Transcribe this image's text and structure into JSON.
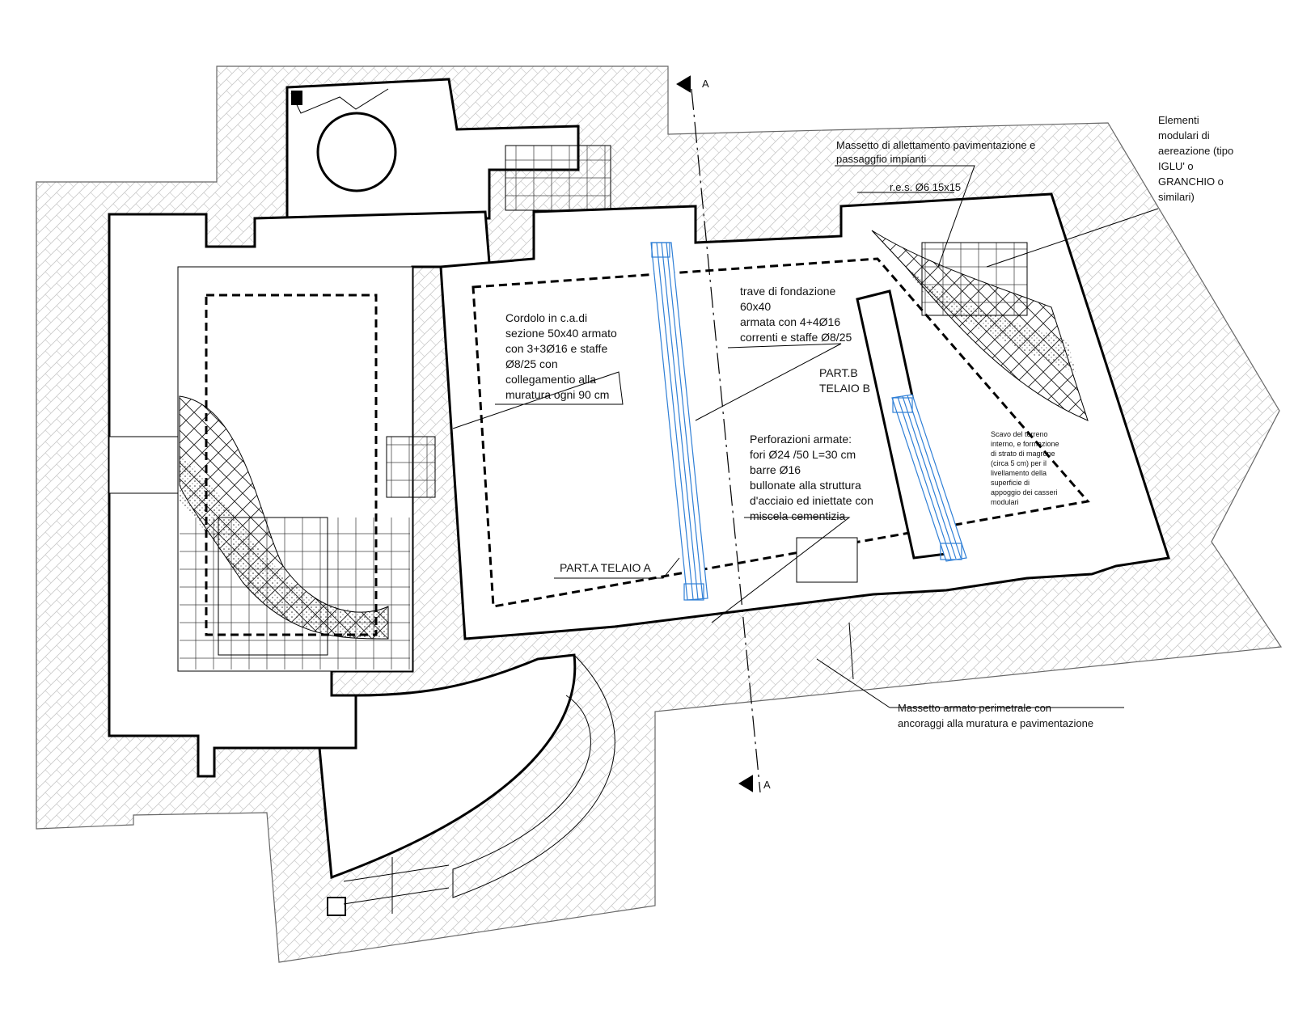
{
  "section_marker": {
    "top": "A",
    "bottom": "A"
  },
  "labels": {
    "massetto_top": [
      "Massetto di allettamento pavimentazione e",
      "passaggfio impianti"
    ],
    "elementi": [
      "Elementi",
      "modulari di",
      "aereazione (tipo",
      "IGLU' o",
      "GRANCHIO o",
      "similari)"
    ],
    "res": "r.e.s. Ø6 15x15",
    "cordolo": [
      "Cordolo in c.a.di",
      "sezione 50x40 armato",
      "con 3+3Ø16 e staffe",
      "Ø8/25 con",
      "collegamentio alla",
      "muratura ogni 90 cm"
    ],
    "trave": [
      "trave di fondazione",
      "60x40",
      "armata con 4+4Ø16",
      "correnti e staffe Ø8/25"
    ],
    "part_b": [
      "PART.B",
      "TELAIO B"
    ],
    "perforazioni": [
      "Perforazioni armate:",
      "fori Ø24 /50 L=30 cm",
      "barre Ø16",
      "bullonate alla struttura",
      "d'acciaio ed iniettate con",
      "miscela cementizia"
    ],
    "part_a": "PART.A TELAIO A",
    "scavo": [
      "Scavo del terreno",
      "interno, e formazione",
      "di strato di magrone",
      "(circa 5 cm) per il",
      "livellamento della",
      "superficie di",
      "appoggio dei casseri",
      "modulari"
    ],
    "massetto_bottom": [
      "Massetto armato perimetrale con",
      "ancoraggi alla muratura e pavimentazione"
    ]
  },
  "colors": {
    "lines": "#000000",
    "steel_beams": "#2f7fd6",
    "hatch": "#9a9a9a"
  }
}
